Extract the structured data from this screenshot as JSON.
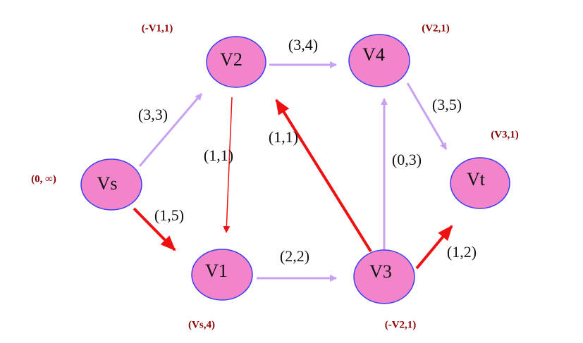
{
  "colors": {
    "node_fill": "#f285c9",
    "node_stroke": "#3d3df5",
    "edge_normal": "#c8a2f0",
    "edge_augment": "#ee1111",
    "mark_text": "#8b0000"
  },
  "nodes": [
    {
      "id": "vs",
      "label": "Vs",
      "mark": "(0, ∞)"
    },
    {
      "id": "v2",
      "label": "V2",
      "mark": "(-V1,1)"
    },
    {
      "id": "v4",
      "label": "V4",
      "mark": "(V2,1)"
    },
    {
      "id": "vt",
      "label": "Vt",
      "mark": "(V3,1)"
    },
    {
      "id": "v1",
      "label": "V1",
      "mark": "(Vs,4)"
    },
    {
      "id": "v3",
      "label": "V3",
      "mark": "(-V2,1)"
    }
  ],
  "edges": [
    {
      "id": "vs-v2",
      "from": "vs",
      "to": "v2",
      "label": "(3,3)",
      "style": "normal"
    },
    {
      "id": "vs-v1",
      "from": "vs",
      "to": "v1",
      "label": "(1,5)",
      "style": "augment"
    },
    {
      "id": "v2-v4",
      "from": "v2",
      "to": "v4",
      "label": "(3,4)",
      "style": "normal"
    },
    {
      "id": "v2-v1",
      "from": "v2",
      "to": "v1",
      "label": "(1,1)",
      "style": "augment-thin"
    },
    {
      "id": "v3-v2",
      "from": "v3",
      "to": "v2",
      "label": "(1,1)",
      "style": "augment"
    },
    {
      "id": "v4-vt",
      "from": "v4",
      "to": "vt",
      "label": "(3,5)",
      "style": "normal"
    },
    {
      "id": "v3-v4",
      "from": "v3",
      "to": "v4",
      "label": "(0,3)",
      "style": "normal"
    },
    {
      "id": "v1-v3",
      "from": "v1",
      "to": "v3",
      "label": "(2,2)",
      "style": "normal"
    },
    {
      "id": "v3-vt",
      "from": "v3",
      "to": "vt",
      "label": "(1,2)",
      "style": "augment"
    }
  ]
}
